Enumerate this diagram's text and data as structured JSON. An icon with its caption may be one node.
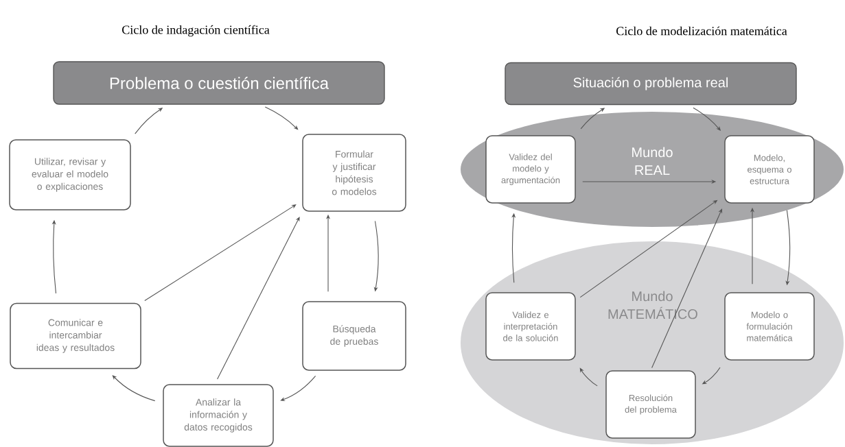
{
  "diagram": {
    "nodes": [
      {
        "text": [
          "Problema o cuestión científica"
        ]
      },
      {
        "text": [
          "Formular y justificar hipótesis o modelos"
        ]
      },
      {
        "text": [
          "Utilizar, revisar y evaluar el modelo o explicaciones"
        ]
      },
      {
        "text": [
          "Búsqueda de pruebas"
        ]
      },
      {
        "text": [
          "Comunicar e intercambiar ideas y resultados"
        ]
      },
      {
        "text": [
          "Analizar la información y datos recogidos"
        ]
      },
      {
        "text": [
          "Situación o problema real"
        ]
      },
      {
        "text": [
          "Mundo REAL"
        ]
      },
      {
        "text": [
          "Validez del modelo y argumentación"
        ],
        "in": 7
      },
      {
        "text": [
          "Modelo, esquema o estructura"
        ],
        "in": 7
      },
      {
        "text": [
          "Mundo MATEMÁTICO"
        ]
      },
      {
        "text": [
          "Validez e interpretación de la solución"
        ],
        "in": 10
      },
      {
        "text": [
          "Modelo o formulación matemática"
        ],
        "in": 10
      },
      {
        "text": [
          "Resolución del problema"
        ],
        "in": 10
      }
    ],
    "edges": [
      {
        "from": 2,
        "to": 0,
        "arrow": "to"
      },
      {
        "from": 0,
        "to": 1,
        "arrow": "to"
      },
      {
        "from": 1,
        "to": 3,
        "arrow": "to"
      },
      {
        "from": 3,
        "to": 1,
        "arrow": "to"
      },
      {
        "from": 3,
        "to": 5,
        "arrow": "to"
      },
      {
        "from": 5,
        "to": 4,
        "arrow": "to"
      },
      {
        "from": 4,
        "to": 2,
        "arrow": "to"
      },
      {
        "from": 4,
        "to": 1,
        "arrow": "to"
      },
      {
        "from": 5,
        "to": 1,
        "arrow": "to"
      },
      {
        "from": 8,
        "to": 6,
        "arrow": "to"
      },
      {
        "from": 6,
        "to": 9,
        "arrow": "to"
      },
      {
        "from": 8,
        "to": 9,
        "arrow": "to"
      },
      {
        "from": 9,
        "to": 12,
        "arrow": "to"
      },
      {
        "from": 12,
        "to": 9,
        "arrow": "to"
      },
      {
        "from": 12,
        "to": 13,
        "arrow": "to"
      },
      {
        "from": 13,
        "to": 11,
        "arrow": "to"
      },
      {
        "from": 11,
        "to": 8,
        "arrow": "to"
      },
      {
        "from": 11,
        "to": 9,
        "arrow": "to"
      },
      {
        "from": 13,
        "to": 9,
        "arrow": "to"
      }
    ],
    "labels": [
      "Ciclo de indagación científica",
      "Ciclo de modelización matemática"
    ]
  }
}
